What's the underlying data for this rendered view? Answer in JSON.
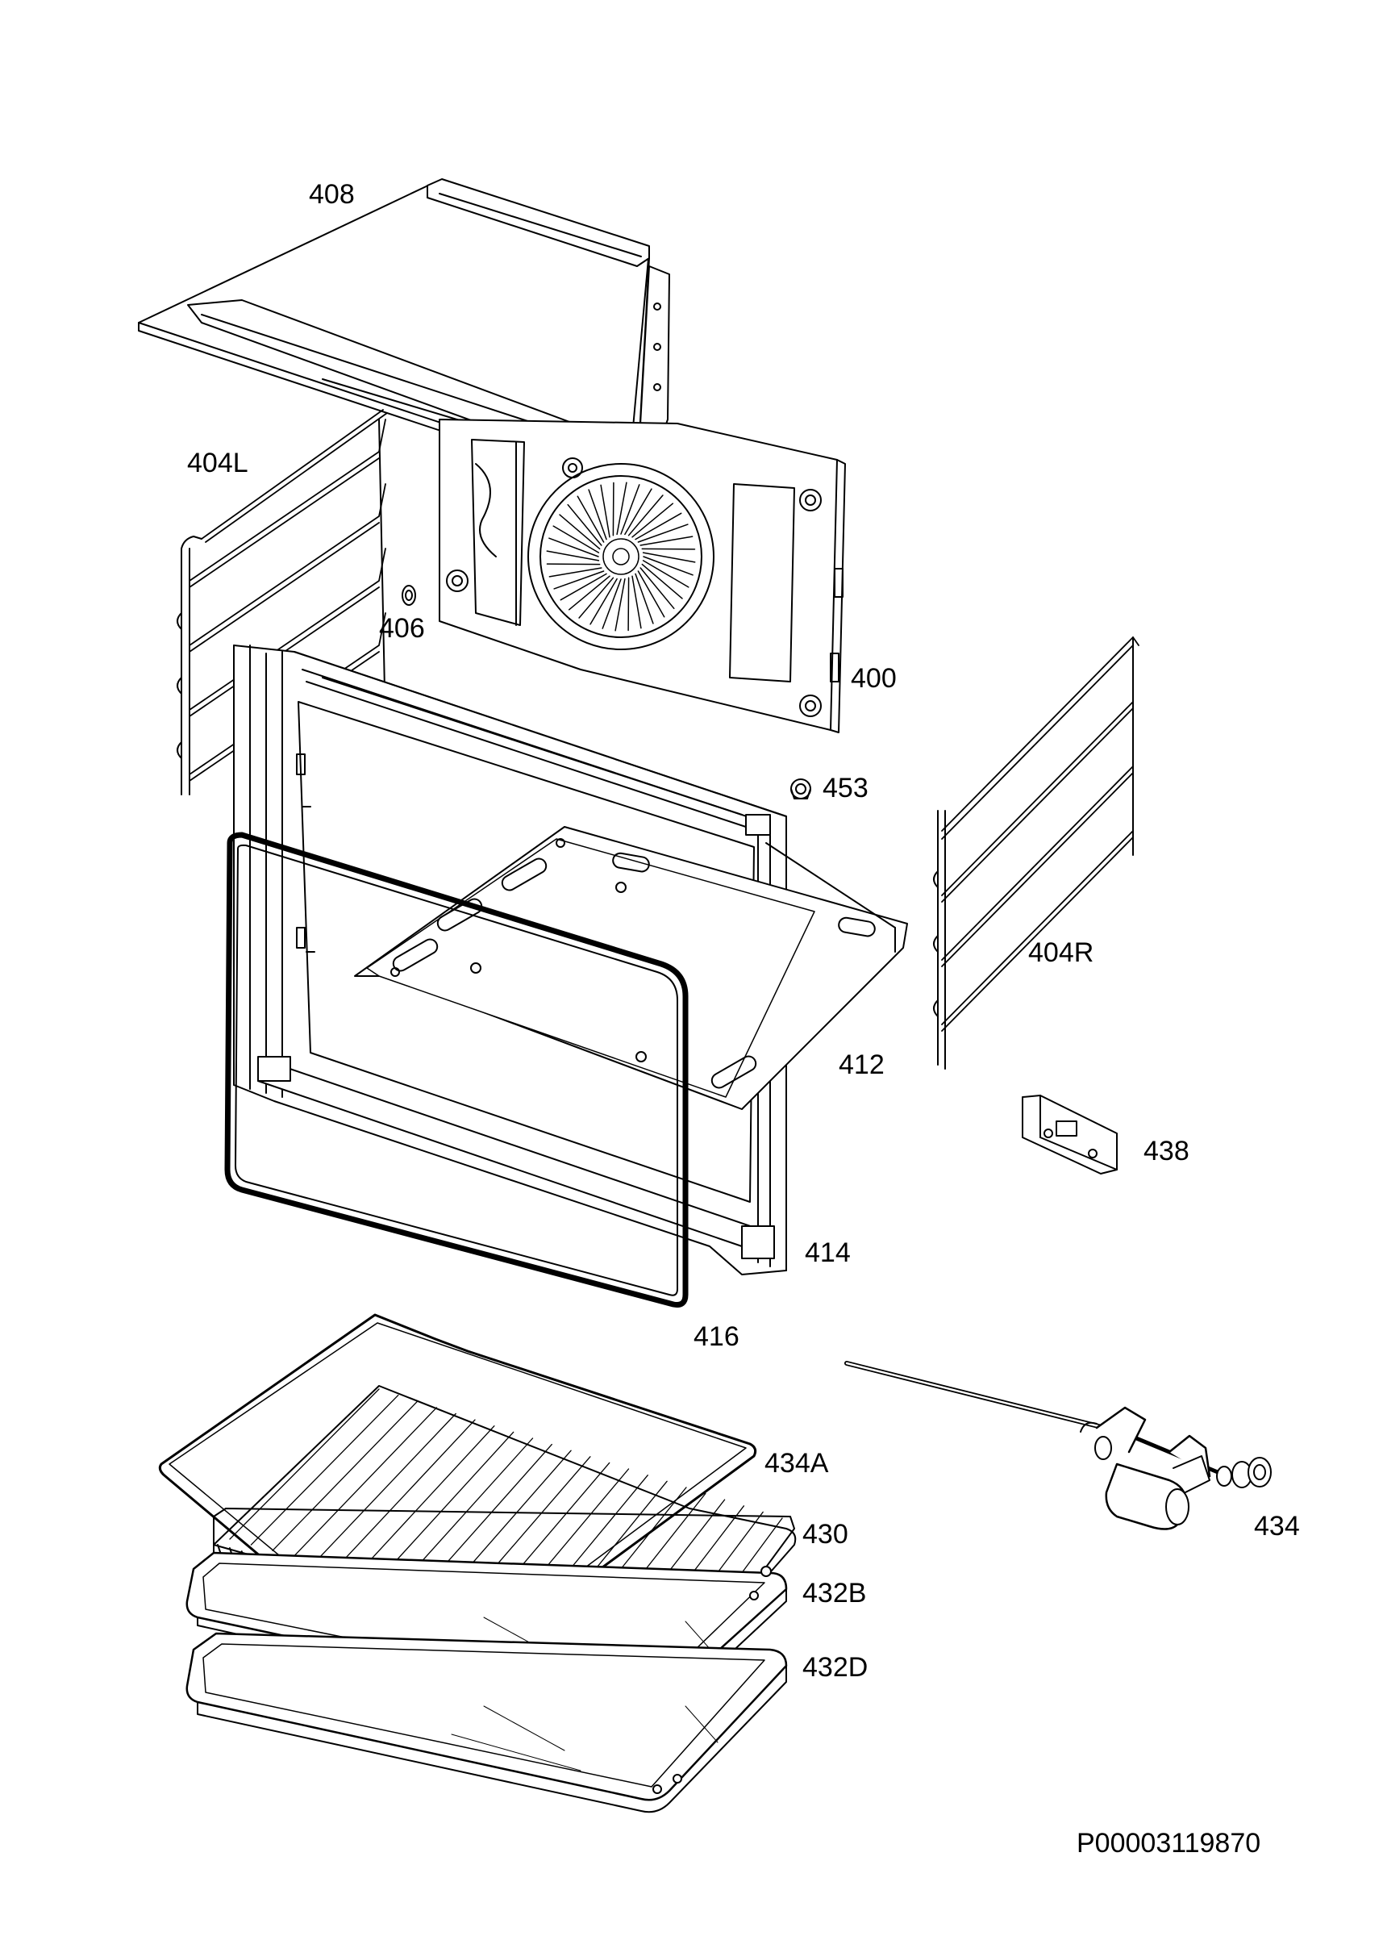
{
  "labels": {
    "p408": "408",
    "p404L": "404L",
    "p406": "406",
    "p400": "400",
    "p453": "453",
    "p404R": "404R",
    "p412": "412",
    "p438": "438",
    "p414": "414",
    "p416": "416",
    "p434A": "434A",
    "p430": "430",
    "p432B": "432B",
    "p432D": "432D",
    "p434": "434"
  },
  "document_code": "P00003119870",
  "colors": {
    "line": "#000000",
    "background": "#ffffff",
    "light": "#555555"
  }
}
